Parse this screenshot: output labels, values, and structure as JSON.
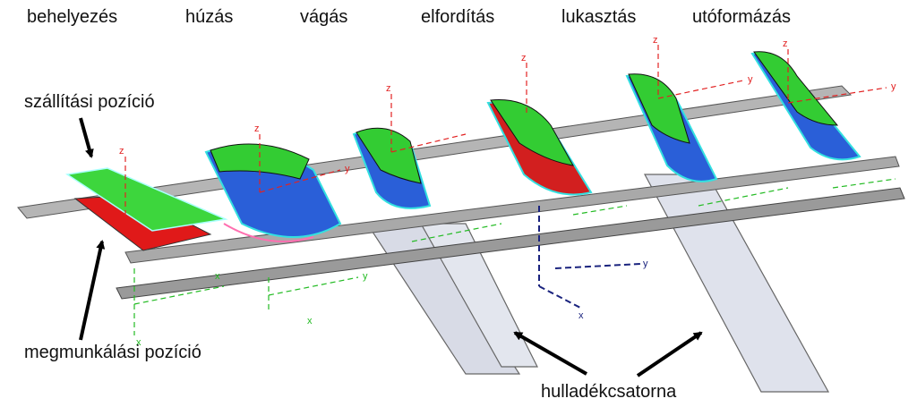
{
  "stages": [
    {
      "label": "behelyezés"
    },
    {
      "label": "húzás"
    },
    {
      "label": "vágás"
    },
    {
      "label": "elfordítás"
    },
    {
      "label": "lukasztás"
    },
    {
      "label": "utóformázás"
    }
  ],
  "callouts": {
    "transport_position": "szállítási pozíció",
    "machining_position": "megmunkálási pozíció",
    "scrap_chute": "hulladékcsatorna"
  },
  "axis_labels": {
    "x": "x",
    "y": "y",
    "z": "z"
  },
  "colors": {
    "rail": "#8c8c8c",
    "part_green": "#33cc33",
    "part_blue": "#2a5fd8",
    "part_red": "#d21f1f",
    "outline_cyan": "#33e0e0",
    "axis_red": "#e22222",
    "axis_green": "#22bb22",
    "axis_navy": "#1a237e",
    "chute": "#d8dbe6"
  }
}
